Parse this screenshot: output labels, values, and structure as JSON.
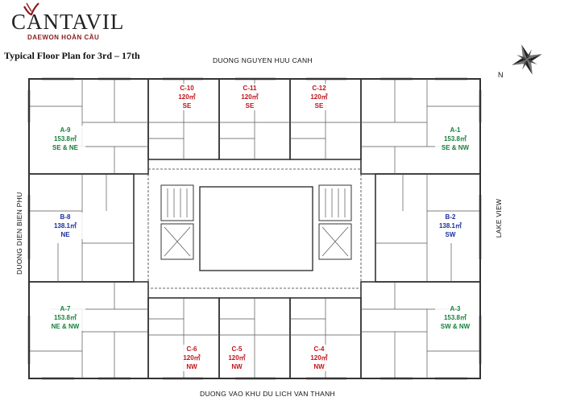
{
  "brand": {
    "name": "CANTAVIL",
    "subtitle": "DAEWON HOÀN CẦU",
    "accent_color": "#8a1c1c"
  },
  "plan_title": "Typical Floor Plan for 3rd – 17th",
  "streets": {
    "top": "DUONG NGUYEN HUU CANH",
    "bottom": "DUONG VAO KHU DU LICH VAN THANH",
    "left": "DUONG DIEN BIEN PHU",
    "right": "LAKE VIEW"
  },
  "compass": {
    "icon": "compass-star-icon",
    "label": "N"
  },
  "colors": {
    "green": "#16803a",
    "blue": "#1a2f9e",
    "red": "#c0141a"
  },
  "units": {
    "a9": {
      "code": "A-9",
      "area": "153.8㎡",
      "orientation": "SE & NE"
    },
    "a1": {
      "code": "A-1",
      "area": "153.8㎡",
      "orientation": "SE & NW"
    },
    "b8": {
      "code": "B-8",
      "area": "138.1㎡",
      "orientation": "NE"
    },
    "b2": {
      "code": "B-2",
      "area": "138.1㎡",
      "orientation": "SW"
    },
    "a7": {
      "code": "A-7",
      "area": "153.8㎡",
      "orientation": "NE & NW"
    },
    "a3": {
      "code": "A-3",
      "area": "153.8㎡",
      "orientation": "SW & NW"
    },
    "c10": {
      "code": "C-10",
      "area": "120㎡",
      "orientation": "SE"
    },
    "c11": {
      "code": "C-11",
      "area": "120㎡",
      "orientation": "SE"
    },
    "c12": {
      "code": "C-12",
      "area": "120㎡",
      "orientation": "SE"
    },
    "c6": {
      "code": "C-6",
      "area": "120㎡",
      "orientation": "NW"
    },
    "c5": {
      "code": "C-5",
      "area": "120㎡",
      "orientation": "NW"
    },
    "c4": {
      "code": "C-4",
      "area": "120㎡",
      "orientation": "NW"
    }
  }
}
